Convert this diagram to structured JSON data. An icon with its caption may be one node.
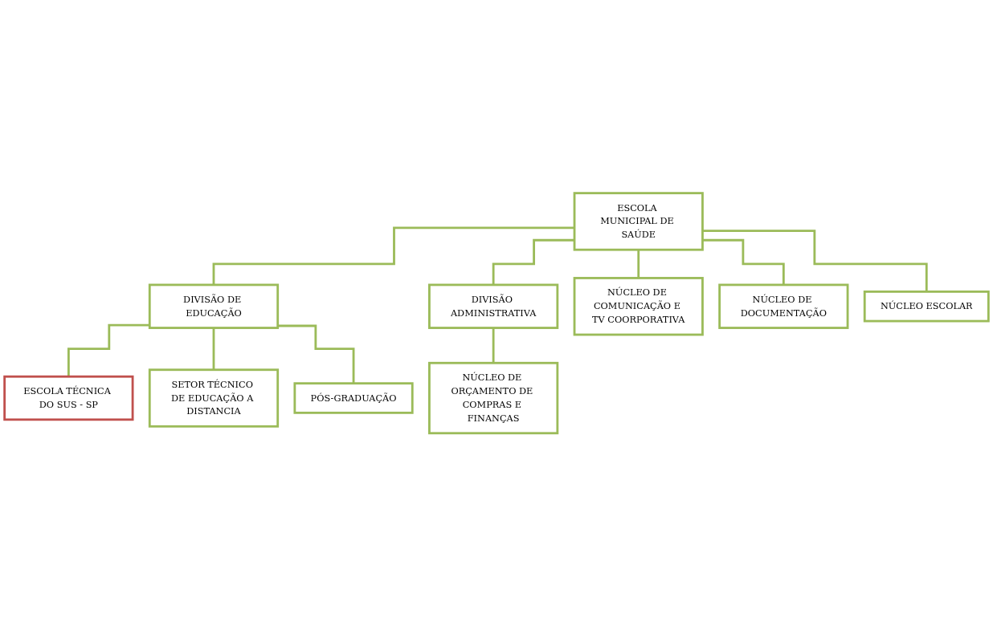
{
  "diagram": {
    "nodes": [
      {
        "text": [
          "ESCOLA MUNICIPAL DE SAÚDE"
        ]
      },
      {
        "text": [
          "DIVISÃO DE EDUCAÇÃO"
        ]
      },
      {
        "text": [
          "DIVISÃO ADMINISTRATIVA"
        ]
      },
      {
        "text": [
          "NÚCLEO DE COMUNICAÇÃO E TV COORPORATIVA"
        ]
      },
      {
        "text": [
          "NÚCLEO DE DOCUMENTAÇÃO"
        ]
      },
      {
        "text": [
          "NÚCLEO ESCOLAR"
        ]
      },
      {
        "text": [
          "NÚCLEO DE ORÇAMENTO DE COMPRAS E FINANÇAS"
        ]
      },
      {
        "text": [
          "ESCOLA TÉCNICA DO SUS - SP"
        ]
      },
      {
        "text": [
          "SETOR TÉCNICO DE EDUCAÇÃO A DISTANCIA"
        ]
      },
      {
        "text": [
          "PÓS-GRADUAÇÃO"
        ]
      }
    ],
    "edges": [
      {
        "from": 0,
        "to": 1,
        "arrow": "none"
      },
      {
        "from": 0,
        "to": 2,
        "arrow": "none"
      },
      {
        "from": 0,
        "to": 3,
        "arrow": "none"
      },
      {
        "from": 0,
        "to": 4,
        "arrow": "none"
      },
      {
        "from": 0,
        "to": 5,
        "arrow": "none"
      },
      {
        "from": 2,
        "to": 6,
        "arrow": "none"
      },
      {
        "from": 1,
        "to": 7,
        "arrow": "none"
      },
      {
        "from": 1,
        "to": 8,
        "arrow": "none"
      },
      {
        "from": 1,
        "to": 9,
        "arrow": "none"
      }
    ]
  }
}
